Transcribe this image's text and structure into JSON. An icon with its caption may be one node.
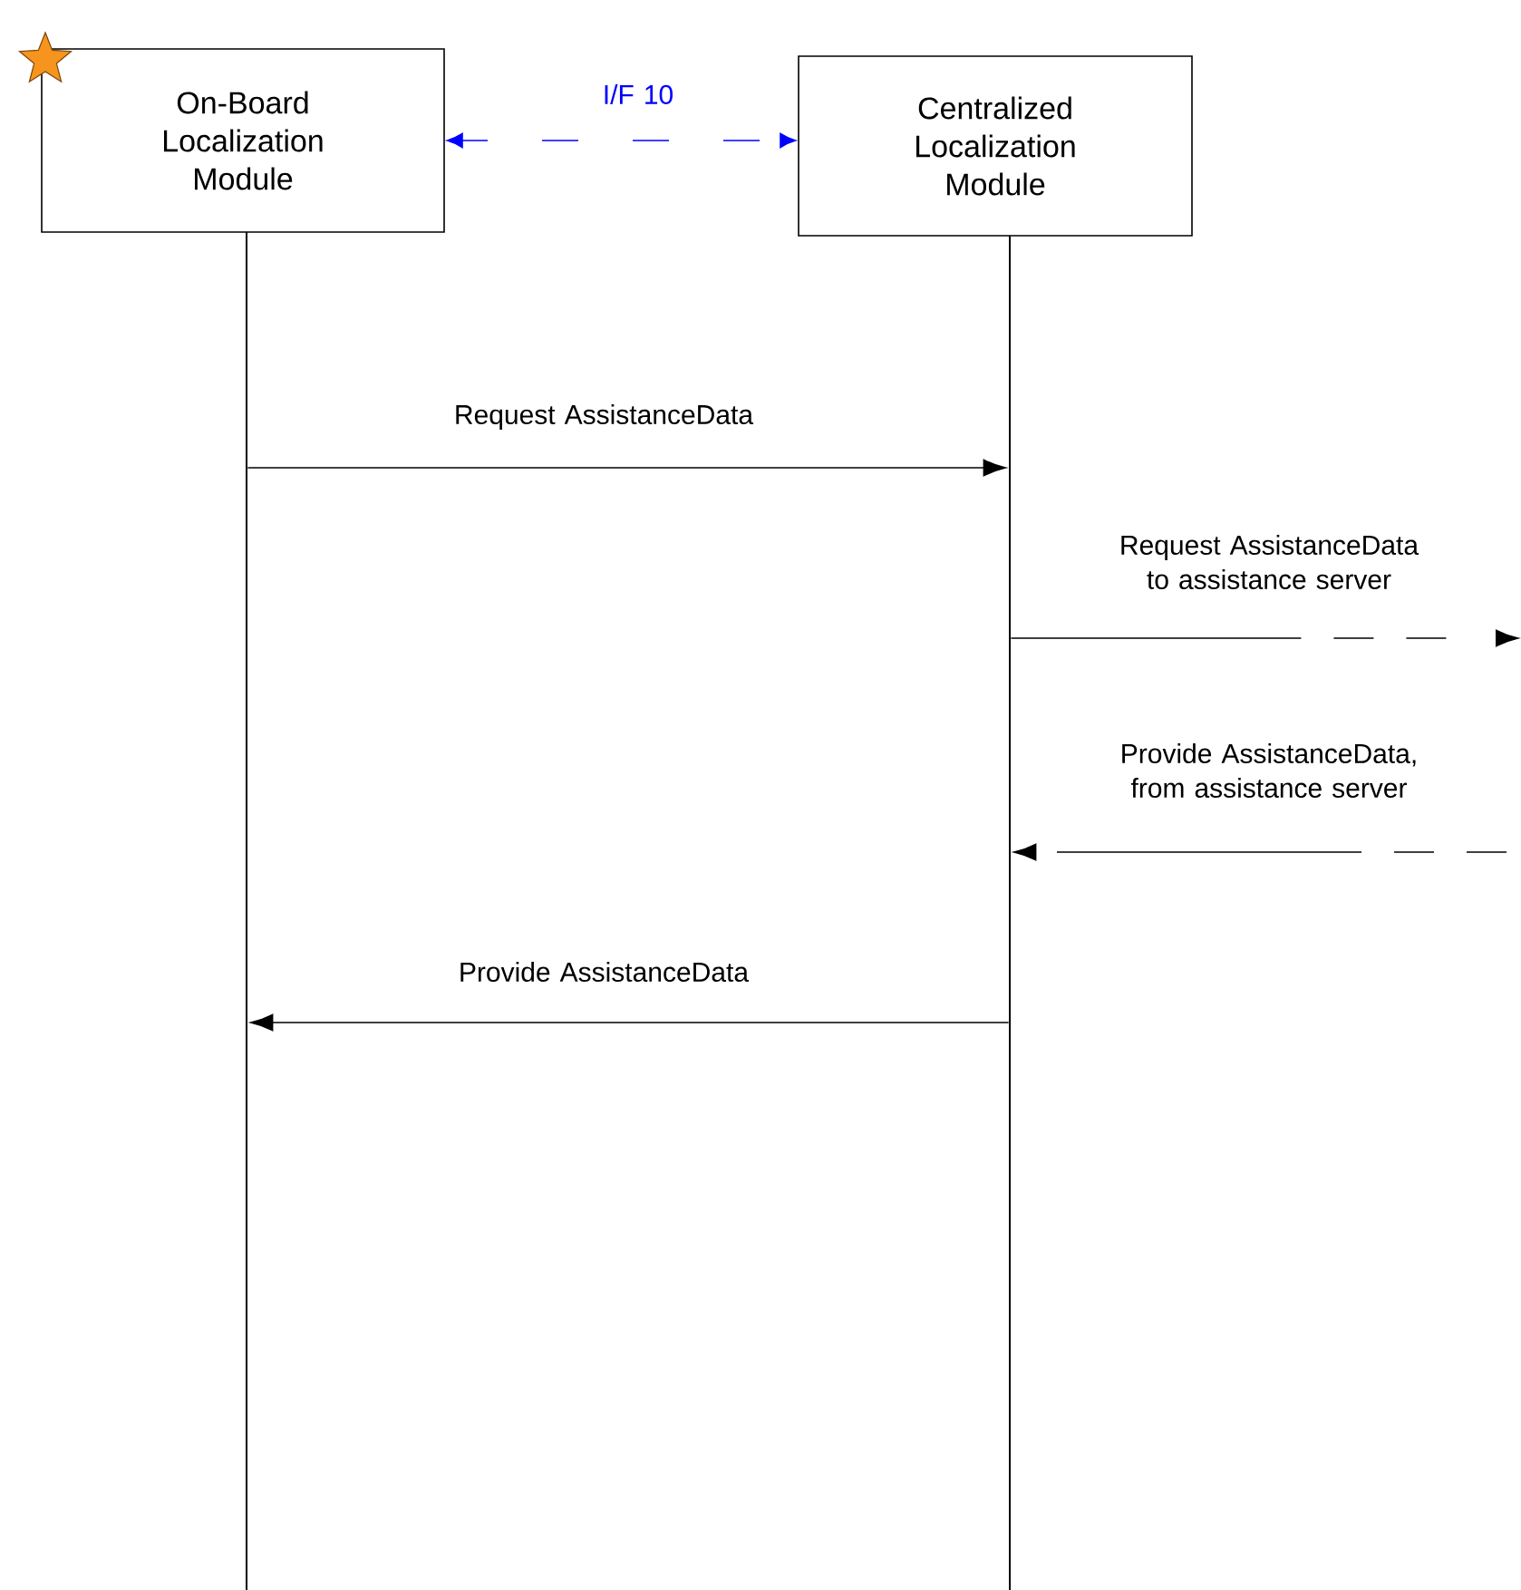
{
  "diagram": {
    "nodes": [
      {
        "text": [
          "On-Board Localization Module"
        ]
      },
      {
        "text": [
          "Centralized Localization Module"
        ]
      },
      {
        "text": [],
        "shape": "line"
      },
      {
        "text": [],
        "shape": "line"
      }
    ],
    "edges": [
      {
        "from": 0,
        "to": 1,
        "arrow": "both",
        "label": "I/F 10",
        "style": "dashed",
        "color": "#0000ff"
      },
      {
        "from": 2,
        "to": 3,
        "arrow": "to",
        "label": "Request AssistanceData"
      },
      {
        "from": 3,
        "to": null,
        "arrow": "to",
        "label": "Request AssistanceData to assistance server",
        "style": "dashed"
      },
      {
        "from": null,
        "to": 3,
        "arrow": "to",
        "label": "Provide AssistanceData, from assistance server",
        "style": "dashed"
      },
      {
        "from": 3,
        "to": 2,
        "arrow": "to",
        "label": "Provide AssistanceData"
      }
    ]
  }
}
